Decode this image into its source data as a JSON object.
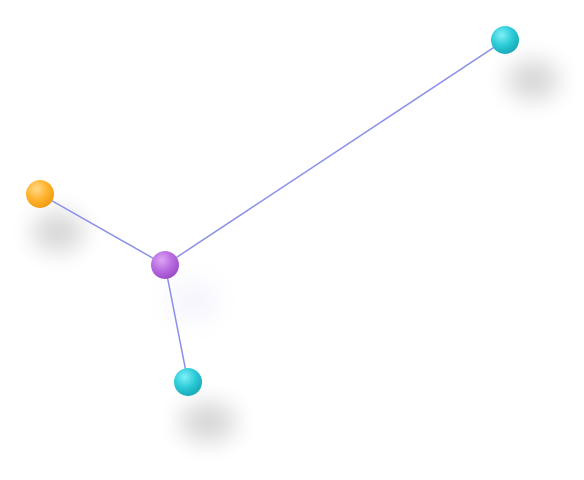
{
  "graph": {
    "edge_color": "#8b8fe8",
    "node_colors": {
      "teal": "#2ccbd8",
      "orange": "#ffb42e",
      "purple": "#b86be0"
    },
    "nodes": [
      {
        "id": "node-top-right",
        "color": "teal"
      },
      {
        "id": "node-left",
        "color": "orange"
      },
      {
        "id": "node-hub",
        "color": "purple"
      },
      {
        "id": "node-bottom",
        "color": "teal"
      }
    ],
    "edges": [
      {
        "from": "node-hub",
        "to": "node-top-right"
      },
      {
        "from": "node-hub",
        "to": "node-left"
      },
      {
        "from": "node-hub",
        "to": "node-bottom"
      }
    ]
  }
}
